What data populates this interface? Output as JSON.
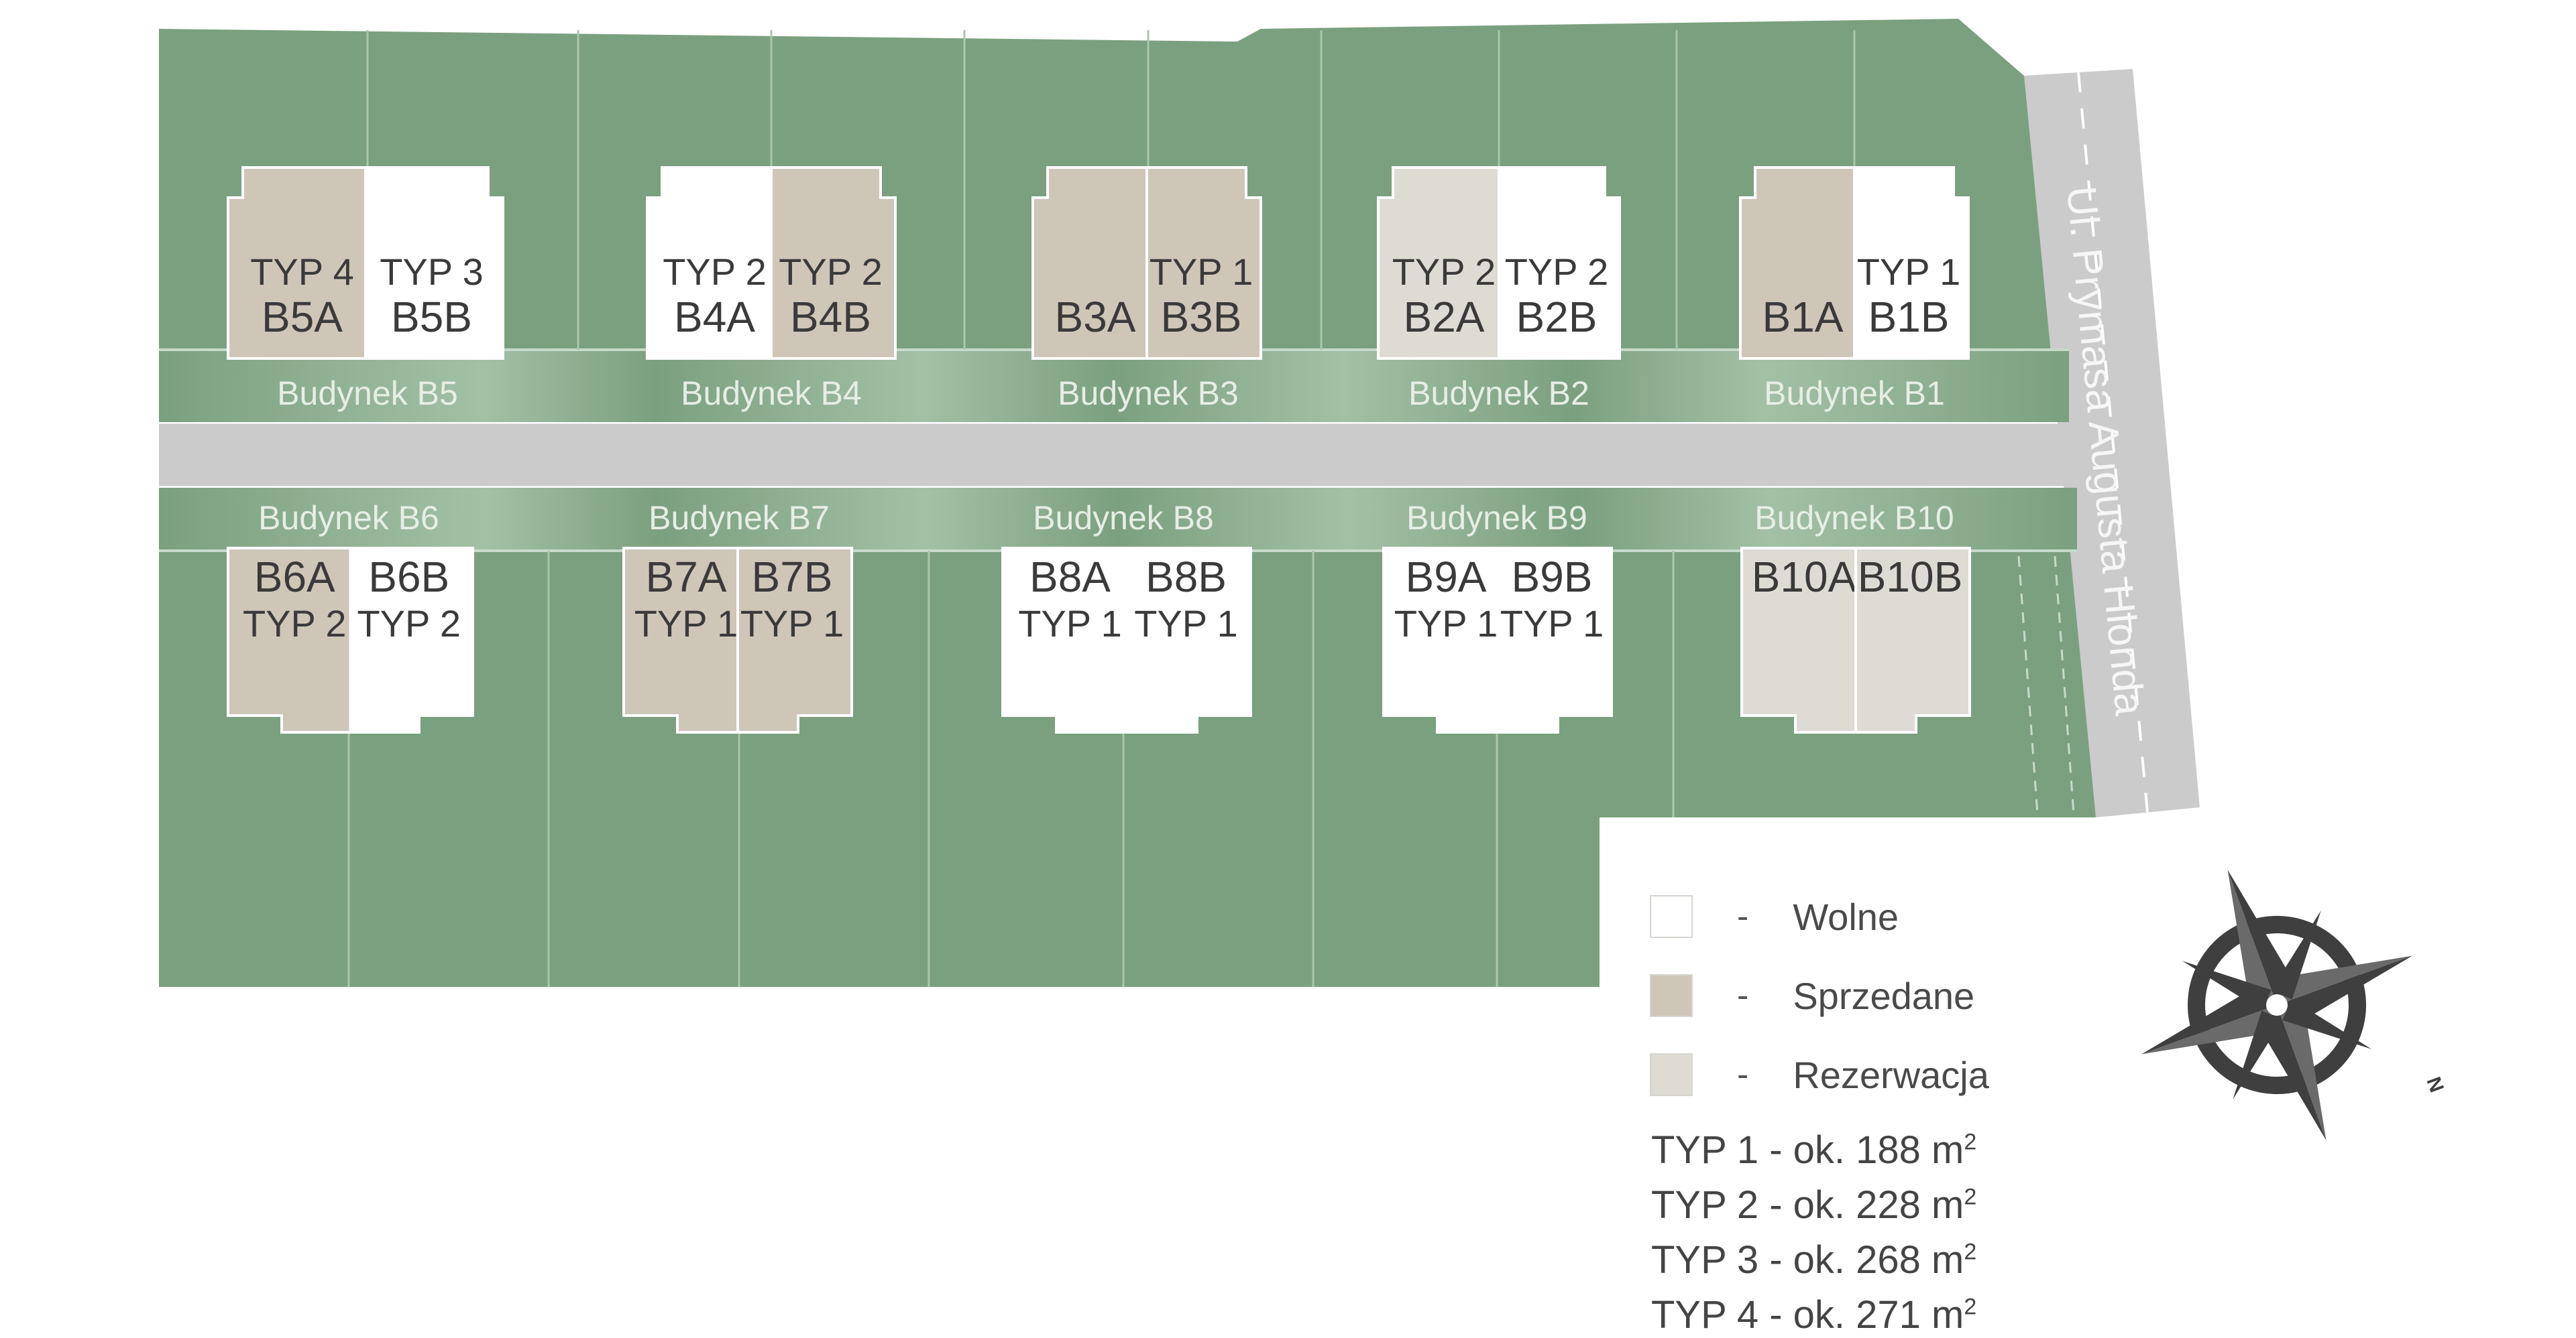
{
  "colors": {
    "plot": "#7ba07f",
    "plot_line": "#aac6ac",
    "road": "#cbcbcb",
    "wolne": "#ffffff",
    "sprzedane": "#cec6b7",
    "rezerwacja": "#dedbd4",
    "text": "#3a3a3a"
  },
  "street": "Ul. Prymasa Augusta Hlonda",
  "compass": {
    "label": "N"
  },
  "buildings": [
    {
      "label": "Budynek B5",
      "row": "top",
      "units": [
        {
          "id": "B5A",
          "type": "TYP 4",
          "status": "sprzedane"
        },
        {
          "id": "B5B",
          "type": "TYP 3",
          "status": "wolne"
        }
      ]
    },
    {
      "label": "Budynek B4",
      "row": "top",
      "units": [
        {
          "id": "B4A",
          "type": "TYP 2",
          "status": "wolne"
        },
        {
          "id": "B4B",
          "type": "TYP 2",
          "status": "sprzedane"
        }
      ]
    },
    {
      "label": "Budynek B3",
      "row": "top",
      "units": [
        {
          "id": "B3A",
          "type": "",
          "status": "sprzedane"
        },
        {
          "id": "B3B",
          "type": "TYP 1",
          "status": "sprzedane"
        }
      ]
    },
    {
      "label": "Budynek B2",
      "row": "top",
      "units": [
        {
          "id": "B2A",
          "type": "TYP 2",
          "status": "rezerwacja"
        },
        {
          "id": "B2B",
          "type": "TYP 2",
          "status": "wolne"
        }
      ]
    },
    {
      "label": "Budynek B1",
      "row": "top",
      "units": [
        {
          "id": "B1A",
          "type": "",
          "status": "sprzedane"
        },
        {
          "id": "B1B",
          "type": "TYP 1",
          "status": "wolne"
        }
      ]
    },
    {
      "label": "Budynek B6",
      "row": "bottom",
      "units": [
        {
          "id": "B6A",
          "type": "TYP 2",
          "status": "sprzedane"
        },
        {
          "id": "B6B",
          "type": "TYP 2",
          "status": "wolne"
        }
      ]
    },
    {
      "label": "Budynek B7",
      "row": "bottom",
      "units": [
        {
          "id": "B7A",
          "type": "TYP 1",
          "status": "sprzedane"
        },
        {
          "id": "B7B",
          "type": "TYP 1",
          "status": "sprzedane"
        }
      ]
    },
    {
      "label": "Budynek B8",
      "row": "bottom",
      "units": [
        {
          "id": "B8A",
          "type": "TYP 1",
          "status": "wolne"
        },
        {
          "id": "B8B",
          "type": "TYP 1",
          "status": "wolne"
        }
      ]
    },
    {
      "label": "Budynek B9",
      "row": "bottom",
      "units": [
        {
          "id": "B9A",
          "type": "TYP 1",
          "status": "wolne"
        },
        {
          "id": "B9B",
          "type": "TYP 1",
          "status": "wolne"
        }
      ]
    },
    {
      "label": "Budynek B10",
      "row": "bottom",
      "units": [
        {
          "id": "B10A",
          "type": "",
          "status": "rezerwacja"
        },
        {
          "id": "B10B",
          "type": "",
          "status": "rezerwacja"
        }
      ]
    }
  ],
  "legend": {
    "dash": "-",
    "items": [
      {
        "label": "Wolne",
        "status": "wolne"
      },
      {
        "label": "Sprzedane",
        "status": "sprzedane"
      },
      {
        "label": "Rezerwacja",
        "status": "rezerwacja"
      }
    ]
  },
  "types": [
    {
      "text": "TYP 1 - ok. 188 m",
      "sup": "2"
    },
    {
      "text": "TYP 2 - ok. 228 m",
      "sup": "2"
    },
    {
      "text": "TYP 3 - ok. 268 m",
      "sup": "2"
    },
    {
      "text": "TYP 4 - ok. 271 m",
      "sup": "2"
    }
  ]
}
